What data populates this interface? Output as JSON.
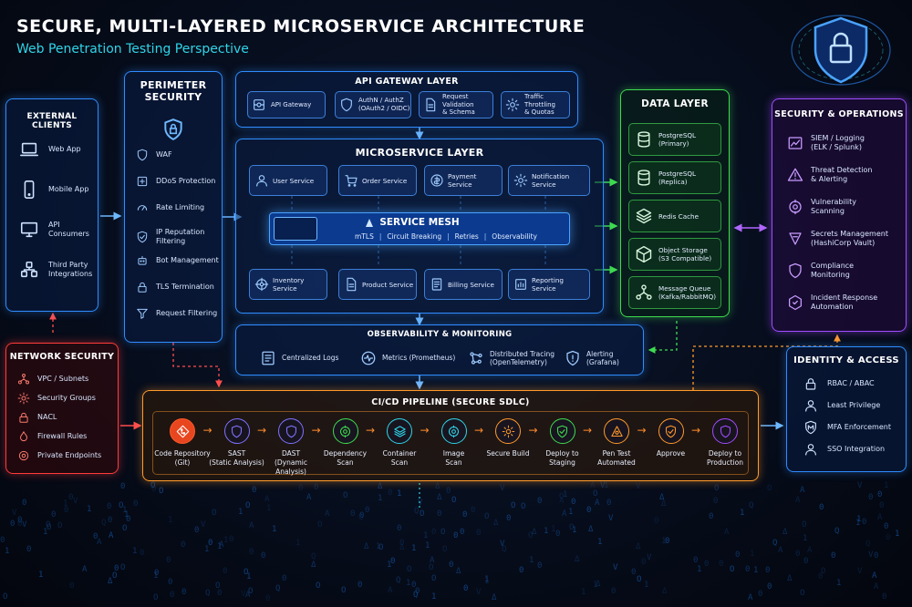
{
  "title": "SECURE, MULTI-LAYERED MICROSERVICE ARCHITECTURE",
  "subtitle": "Web Penetration Testing Perspective",
  "colors": {
    "blue": "#2f8cff",
    "cyan": "#2fd5e8",
    "green": "#3fdc4f",
    "purple": "#a04cff",
    "red": "#ff3b3b",
    "orange": "#ff9a2a",
    "text": "#d9e6ff"
  },
  "external_clients": {
    "title": "EXTERNAL CLIENTS",
    "items": [
      {
        "label": "Web App",
        "icon": "laptop-icon"
      },
      {
        "label": "Mobile App",
        "icon": "phone-icon"
      },
      {
        "label": "API\nConsumers",
        "icon": "monitor-icon"
      },
      {
        "label": "Third Party\nIntegrations",
        "icon": "integration-icon"
      }
    ]
  },
  "perimeter": {
    "title": "PERIMETER\nSECURITY",
    "items": [
      {
        "label": "WAF",
        "icon": "shield-icon"
      },
      {
        "label": "DDoS Protection",
        "icon": "ddos-icon"
      },
      {
        "label": "Rate Limiting",
        "icon": "gauge-icon"
      },
      {
        "label": "IP Reputation\nFiltering",
        "icon": "check-shield-icon"
      },
      {
        "label": "Bot Management",
        "icon": "bot-icon"
      },
      {
        "label": "TLS Termination",
        "icon": "lock-icon"
      },
      {
        "label": "Request Filtering",
        "icon": "filter-icon"
      }
    ]
  },
  "api_gateway": {
    "title": "API GATEWAY LAYER",
    "items": [
      {
        "label": "API Gateway",
        "icon": "gateway-icon"
      },
      {
        "label": "AuthN / AuthZ\n(OAuth2 / OIDC)",
        "icon": "shield-icon"
      },
      {
        "label": "Request Validation\n& Schema",
        "icon": "document-icon"
      },
      {
        "label": "Traffic Throttling\n& Quotas",
        "icon": "gear-icon"
      }
    ]
  },
  "microservice": {
    "title": "MICROSERVICE LAYER",
    "top": [
      {
        "label": "User Service",
        "icon": "user-icon"
      },
      {
        "label": "Order Service",
        "icon": "cart-icon"
      },
      {
        "label": "Payment Service",
        "icon": "payment-icon"
      },
      {
        "label": "Notification Service",
        "icon": "gear-icon"
      }
    ],
    "mesh": {
      "title": "SERVICE MESH",
      "features": [
        "mTLS",
        "Circuit Breaking",
        "Retries",
        "Observability"
      ]
    },
    "bottom": [
      {
        "label": "Inventory Service",
        "icon": "helm-icon"
      },
      {
        "label": "Product Service",
        "icon": "document-icon"
      },
      {
        "label": "Billing Service",
        "icon": "billing-icon"
      },
      {
        "label": "Reporting Service",
        "icon": "report-icon"
      }
    ]
  },
  "data_layer": {
    "title": "DATA LAYER",
    "items": [
      {
        "label": "PostgreSQL\n(Primary)",
        "icon": "database-icon"
      },
      {
        "label": "PostgreSQL\n(Replica)",
        "icon": "database-icon"
      },
      {
        "label": "Redis Cache",
        "icon": "stack-icon"
      },
      {
        "label": "Object Storage\n(S3 Compatible)",
        "icon": "cube-icon"
      },
      {
        "label": "Message Queue\n(Kafka/RabbitMQ)",
        "icon": "network-icon"
      }
    ]
  },
  "security_ops": {
    "title": "SECURITY & OPERATIONS",
    "items": [
      {
        "label": "SIEM / Logging\n(ELK / Splunk)",
        "icon": "chart-icon"
      },
      {
        "label": "Threat Detection\n& Alerting",
        "icon": "warning-icon"
      },
      {
        "label": "Vulnerability\nScanning",
        "icon": "scan-icon"
      },
      {
        "label": "Secrets Management\n(HashiCorp Vault)",
        "icon": "vault-icon"
      },
      {
        "label": "Compliance\nMonitoring",
        "icon": "shield-icon"
      },
      {
        "label": "Incident Response\nAutomation",
        "icon": "hex-icon"
      }
    ]
  },
  "observability": {
    "title": "OBSERVABILITY & MONITORING",
    "items": [
      {
        "label": "Centralized Logs",
        "icon": "logs-icon"
      },
      {
        "label": "Metrics (Prometheus)",
        "icon": "pulse-icon"
      },
      {
        "label": "Distributed Tracing\n(OpenTelemetry)",
        "icon": "tracing-icon"
      },
      {
        "label": "Alerting\n(Grafana)",
        "icon": "alert-icon"
      }
    ]
  },
  "network_security": {
    "title": "NETWORK SECURITY",
    "items": [
      {
        "label": "VPC / Subnets",
        "icon": "network-icon"
      },
      {
        "label": "Security Groups",
        "icon": "gear-icon"
      },
      {
        "label": "NACL",
        "icon": "lock-icon"
      },
      {
        "label": "Firewall Rules",
        "icon": "firewall-icon"
      },
      {
        "label": "Private Endpoints",
        "icon": "endpoint-icon"
      }
    ]
  },
  "cicd": {
    "title": "CI/CD PIPELINE (SECURE SDLC)",
    "stages": [
      {
        "label": "Code Repository\n(Git)",
        "icon": "git-icon"
      },
      {
        "label": "SAST\n(Static Analysis)",
        "icon": "shield-icon"
      },
      {
        "label": "DAST\n(Dynamic Analysis)",
        "icon": "shield-icon"
      },
      {
        "label": "Dependency\nScan",
        "icon": "scan-icon"
      },
      {
        "label": "Container\nScan",
        "icon": "stack-icon"
      },
      {
        "label": "Image\nScan",
        "icon": "scan-icon"
      },
      {
        "label": "Secure Build",
        "icon": "gear-icon"
      },
      {
        "label": "Deploy to\nStaging",
        "icon": "check-shield-icon"
      },
      {
        "label": "Pen Test\nAutomated",
        "icon": "pentest-icon"
      },
      {
        "label": "Approve",
        "icon": "check-shield-icon"
      },
      {
        "label": "Deploy to\nProduction",
        "icon": "shield-icon"
      }
    ]
  },
  "identity": {
    "title": "IDENTITY & ACCESS",
    "items": [
      {
        "label": "RBAC / ABAC",
        "icon": "lock-icon"
      },
      {
        "label": "Least Privilege",
        "icon": "user-icon"
      },
      {
        "label": "MFA Enforcement",
        "icon": "mfa-icon"
      },
      {
        "label": "SSO Integration",
        "icon": "user-icon"
      }
    ]
  }
}
